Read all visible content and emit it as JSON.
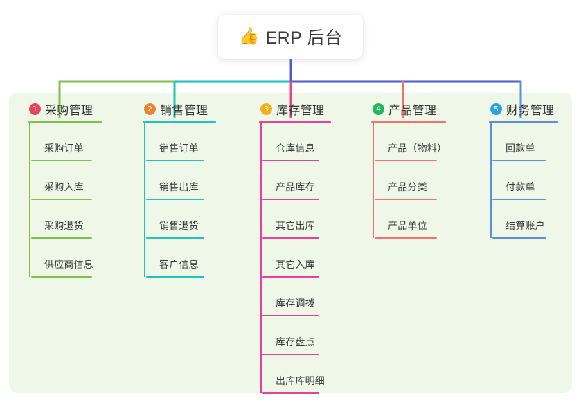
{
  "diagram": {
    "type": "mind-map",
    "root": {
      "icon": "thumbs-up-icon",
      "icon_glyph": "👍",
      "title": "ERP 后台"
    },
    "panel_color": "#eef7e8",
    "bus_colors": {
      "stem": "#4b5bd0",
      "segment_left": "#7fc04d",
      "segment_mid": "#15bfbc",
      "segment_right": "#4b5bd0"
    },
    "branches": [
      {
        "number": "1",
        "title": "采购管理",
        "color": "#7fc04d",
        "badge_color": "#e8445c",
        "children": [
          "采购订单",
          "采购入库",
          "采购退货",
          "供应商信息"
        ]
      },
      {
        "number": "2",
        "title": "销售管理",
        "color": "#22c3b8",
        "badge_color": "#f08030",
        "children": [
          "销售订单",
          "销售出库",
          "销售退货",
          "客户信息"
        ]
      },
      {
        "number": "3",
        "title": "库存管理",
        "color": "#e84393",
        "badge_color": "#f5b017",
        "children": [
          "仓库信息",
          "产品库存",
          "其它出库",
          "其它入库",
          "库存调拨",
          "库存盘点",
          "出库库明细"
        ]
      },
      {
        "number": "4",
        "title": "产品管理",
        "color": "#f4716e",
        "badge_color": "#21b85c",
        "children": [
          "产品（物料）",
          "产品分类",
          "产品单位"
        ]
      },
      {
        "number": "5",
        "title": "财务管理",
        "color": "#5b8fd8",
        "badge_color": "#29a3e0",
        "children": [
          "回款单",
          "付款单",
          "结算账户"
        ]
      }
    ]
  }
}
